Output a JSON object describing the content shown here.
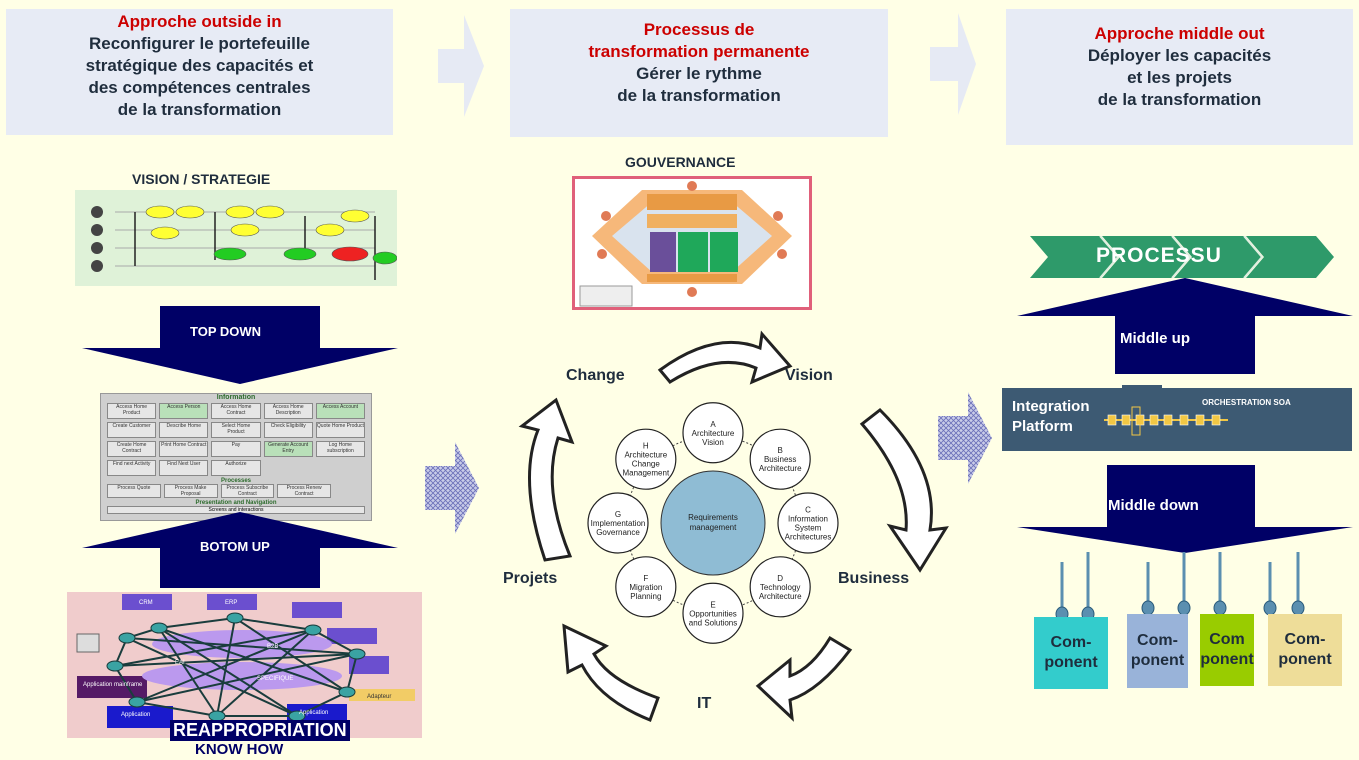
{
  "header_left": {
    "title": "Approche outside in",
    "lines": [
      "Reconfigurer le portefeuille",
      "stratégique des capacités et",
      "des compétences centrales",
      "de la transformation"
    ]
  },
  "header_mid": {
    "title_lines": [
      "Processus de",
      "transformation  permanente"
    ],
    "lines": [
      "Gérer le rythme",
      "de la transformation"
    ]
  },
  "header_right": {
    "title": "Approche middle out",
    "lines": [
      "Déployer les capacités",
      "et les projets",
      "de la transformation"
    ]
  },
  "left": {
    "vision_label": "VISION / STRATEGIE",
    "top_down": "TOP DOWN",
    "bottom_up": "BOTOM UP",
    "reappropriation": "REAPPROPRIATION",
    "know_how": "KNOW HOW",
    "info_panel": {
      "title": "Information",
      "cells": [
        "Access Home Product",
        "Access Person",
        "Access Home Contract",
        "Access Home Description",
        "Access Account",
        "Create Customer",
        "Describe Home",
        "Select Home Product",
        "Check Eligibility",
        "Quote Home Product",
        "Create Home Contract",
        "Print Home Contract",
        "Pay",
        "Generate Account Entry",
        "Log Home subscription",
        "Find next Activity",
        "Find Next User",
        "Authorize"
      ],
      "green": [
        1,
        4,
        13
      ],
      "processes_title": "Processes",
      "processes": [
        "Process Quote",
        "Process Make Proposal",
        "Process Subscribe Contract",
        "Process Renew Contract"
      ],
      "presentation_title": "Presentation and Navigation",
      "screens": "Screens and interactions"
    },
    "network_labels": [
      "EAI",
      "B2B",
      "SPECIFIQUE",
      "Application mainframe",
      "Application",
      "Application",
      "Adapteur",
      "CRM",
      "ERP"
    ]
  },
  "center": {
    "gouvernance": "GOUVERNANCE",
    "change": "Change",
    "vision": "Vision",
    "projets": "Projets",
    "business": "Business",
    "it": "IT",
    "cycle_center": [
      "Requirements",
      "management"
    ],
    "cycle_nodes": [
      {
        "letter": "A",
        "lines": [
          "Architecture",
          "Vision"
        ]
      },
      {
        "letter": "B",
        "lines": [
          "Business",
          "Architecture"
        ]
      },
      {
        "letter": "C",
        "lines": [
          "Information",
          "System",
          "Architectures"
        ]
      },
      {
        "letter": "D",
        "lines": [
          "Technology",
          "Architecture"
        ]
      },
      {
        "letter": "E",
        "lines": [
          "Opportunities",
          "and Solutions"
        ]
      },
      {
        "letter": "F",
        "lines": [
          "Migration",
          "Planning"
        ]
      },
      {
        "letter": "G",
        "lines": [
          "Implementation",
          "Governance"
        ]
      },
      {
        "letter": "H",
        "lines": [
          "Architecture",
          "Change",
          "Management"
        ]
      }
    ]
  },
  "right": {
    "processu": "PROCESSU",
    "middle_up": "Middle up",
    "middle_down": "Middle down",
    "integration": [
      "Integration",
      "Platform"
    ],
    "orchestration": "ORCHESTRATION SOA",
    "components": [
      {
        "lines": [
          "Com-",
          "ponent"
        ],
        "color": "#33cccc"
      },
      {
        "lines": [
          "Com-",
          "ponent"
        ],
        "color": "#99b3d9"
      },
      {
        "lines": [
          "Com",
          "ponent"
        ],
        "color": "#99cc00"
      },
      {
        "lines": [
          "Com-",
          "ponent"
        ],
        "color": "#eedd99"
      }
    ]
  },
  "colors": {
    "navy": "#000066",
    "title_red": "#cc0000",
    "header_bg": "#e7ebf5",
    "page_bg": "#ffffe6",
    "platform": "#3d5a73",
    "chevron": "#2e9a6a"
  }
}
